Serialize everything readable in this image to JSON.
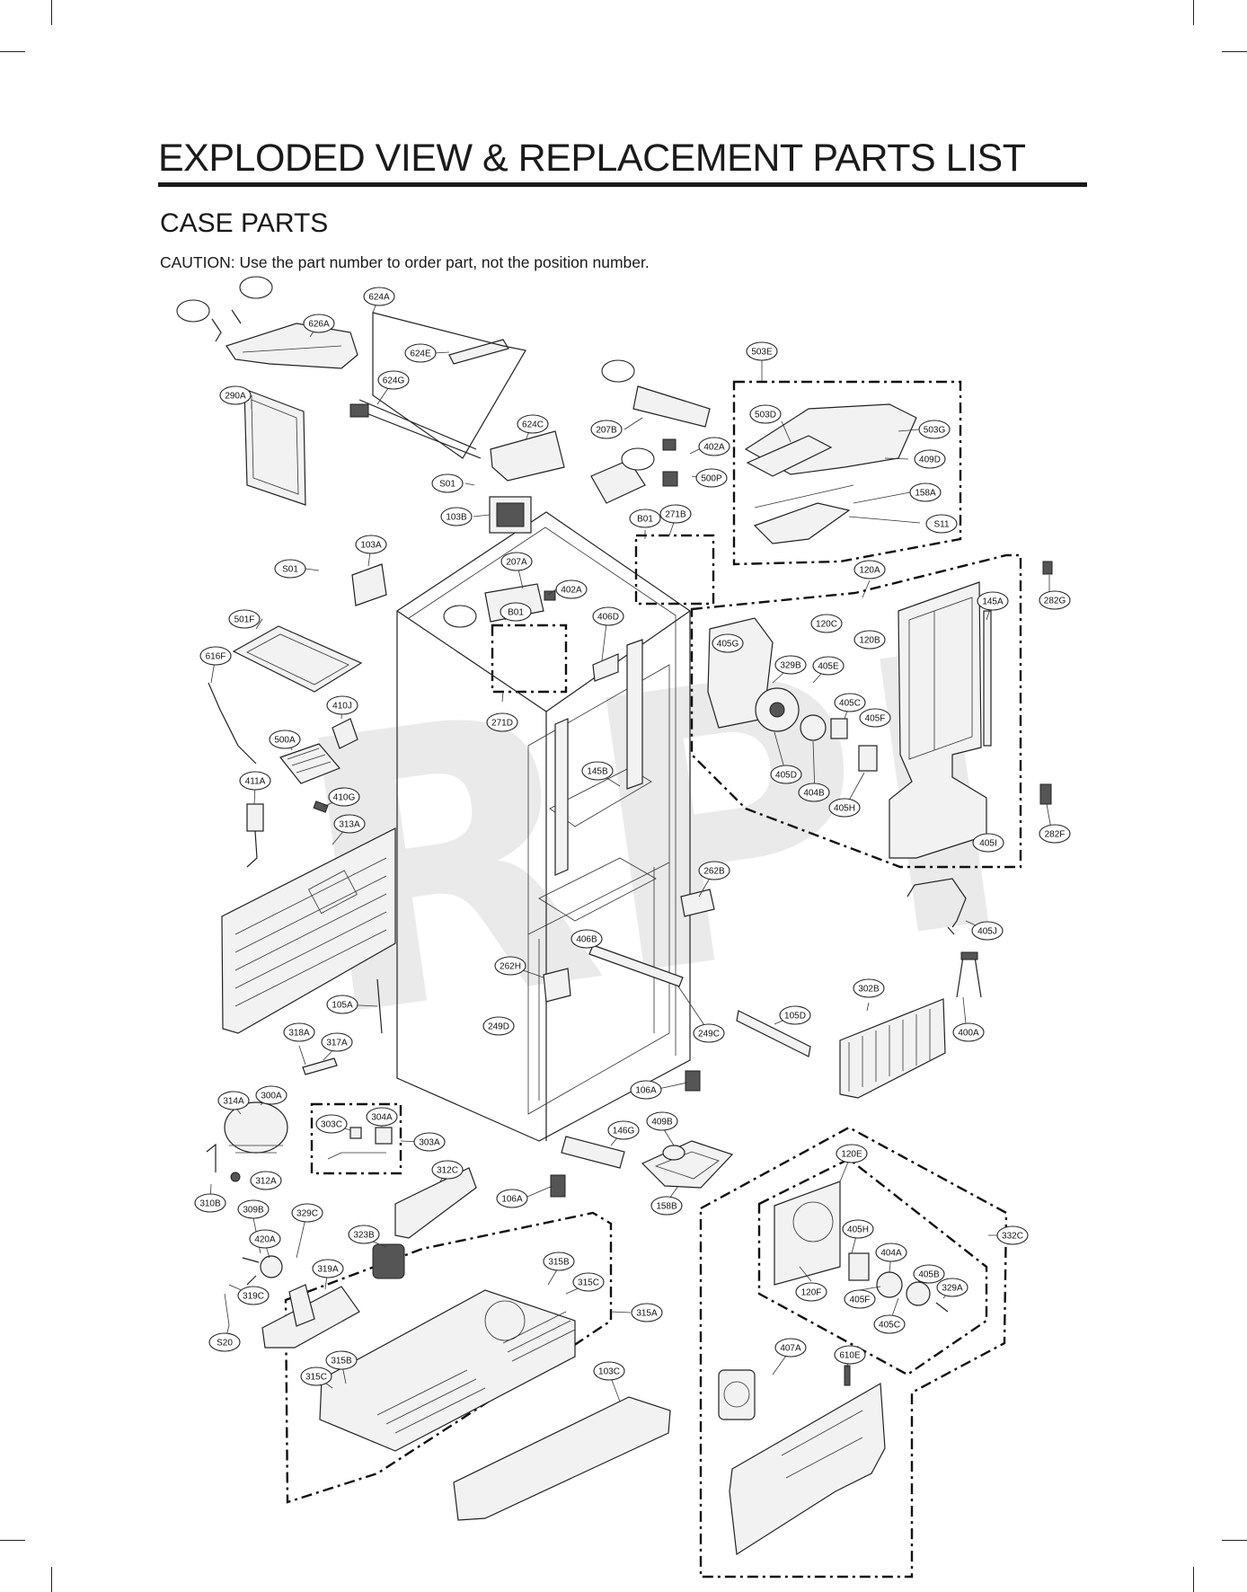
{
  "page": {
    "title": "EXPLODED VIEW & REPLACEMENT PARTS LIST",
    "subtitle": "CASE PARTS",
    "caution": "CAUTION: Use the part number to order part, not the position number.",
    "watermark": "RPI"
  },
  "callouts": {
    "c624A": "624A",
    "c626A": "626A",
    "c624E": "624E",
    "c624G": "624G",
    "c290A": "290A",
    "c624C": "624C",
    "c207B": "207B",
    "c402A_top": "402A",
    "c500P": "500P",
    "c503E": "503E",
    "c503D": "503D",
    "c503G": "503G",
    "c409D": "409D",
    "c158A": "158A",
    "cS11": "S11",
    "cS01_top": "S01",
    "c103B": "103B",
    "cB01_top": "B01",
    "c271B": "271B",
    "c103A": "103A",
    "cS01_left": "S01",
    "c207A": "207A",
    "c402A_mid": "402A",
    "c501F": "501F",
    "cB01_mid": "B01",
    "c406D": "406D",
    "c616F": "616F",
    "c410J": "410J",
    "c271D": "271D",
    "c500A": "500A",
    "c411A": "411A",
    "c410G": "410G",
    "c313A": "313A",
    "c145B_mid": "145B",
    "c120A": "120A",
    "c282G": "282G",
    "c145A": "145A",
    "c120C": "120C",
    "c120B": "120B",
    "c405G": "405G",
    "c329B": "329B",
    "c405E": "405E",
    "c405C_top": "405C",
    "c405F_top": "405F",
    "c405D": "405D",
    "c404B": "404B",
    "c405H_top": "405H",
    "c405I": "405I",
    "c282F": "282F",
    "c262B": "262B",
    "c405J": "405J",
    "c406B": "406B",
    "c262H": "262H",
    "c105A": "105A",
    "c249D": "249D",
    "c249C": "249C",
    "c105D": "105D",
    "c302B": "302B",
    "c400A": "400A",
    "c318A": "318A",
    "c317A": "317A",
    "c106A_top": "106A",
    "c314A": "314A",
    "c300A": "300A",
    "c303C": "303C",
    "c304A": "304A",
    "c303A": "303A",
    "c146G": "146G",
    "c409B": "409B",
    "c120E": "120E",
    "c312C": "312C",
    "c312A": "312A",
    "c310B": "310B",
    "c106A_bot": "106A",
    "c158B": "158B",
    "c309B": "309B",
    "c329C": "329C",
    "c420A": "420A",
    "c323B": "323B",
    "c319A": "319A",
    "c315B_top": "315B",
    "c315C_top": "315C",
    "c319C": "319C",
    "c315A": "315A",
    "c332C": "332C",
    "c405H_bot": "405H",
    "c404A": "404A",
    "c405B": "405B",
    "c329A": "329A",
    "c120F": "120F",
    "c405F_bot": "405F",
    "c405C_bot": "405C",
    "cS20": "S20",
    "c407A": "407A",
    "c610E": "610E",
    "c315B_bot": "315B",
    "c315C_bot": "315C",
    "c103C": "103C"
  },
  "blank_callouts_count": 5
}
